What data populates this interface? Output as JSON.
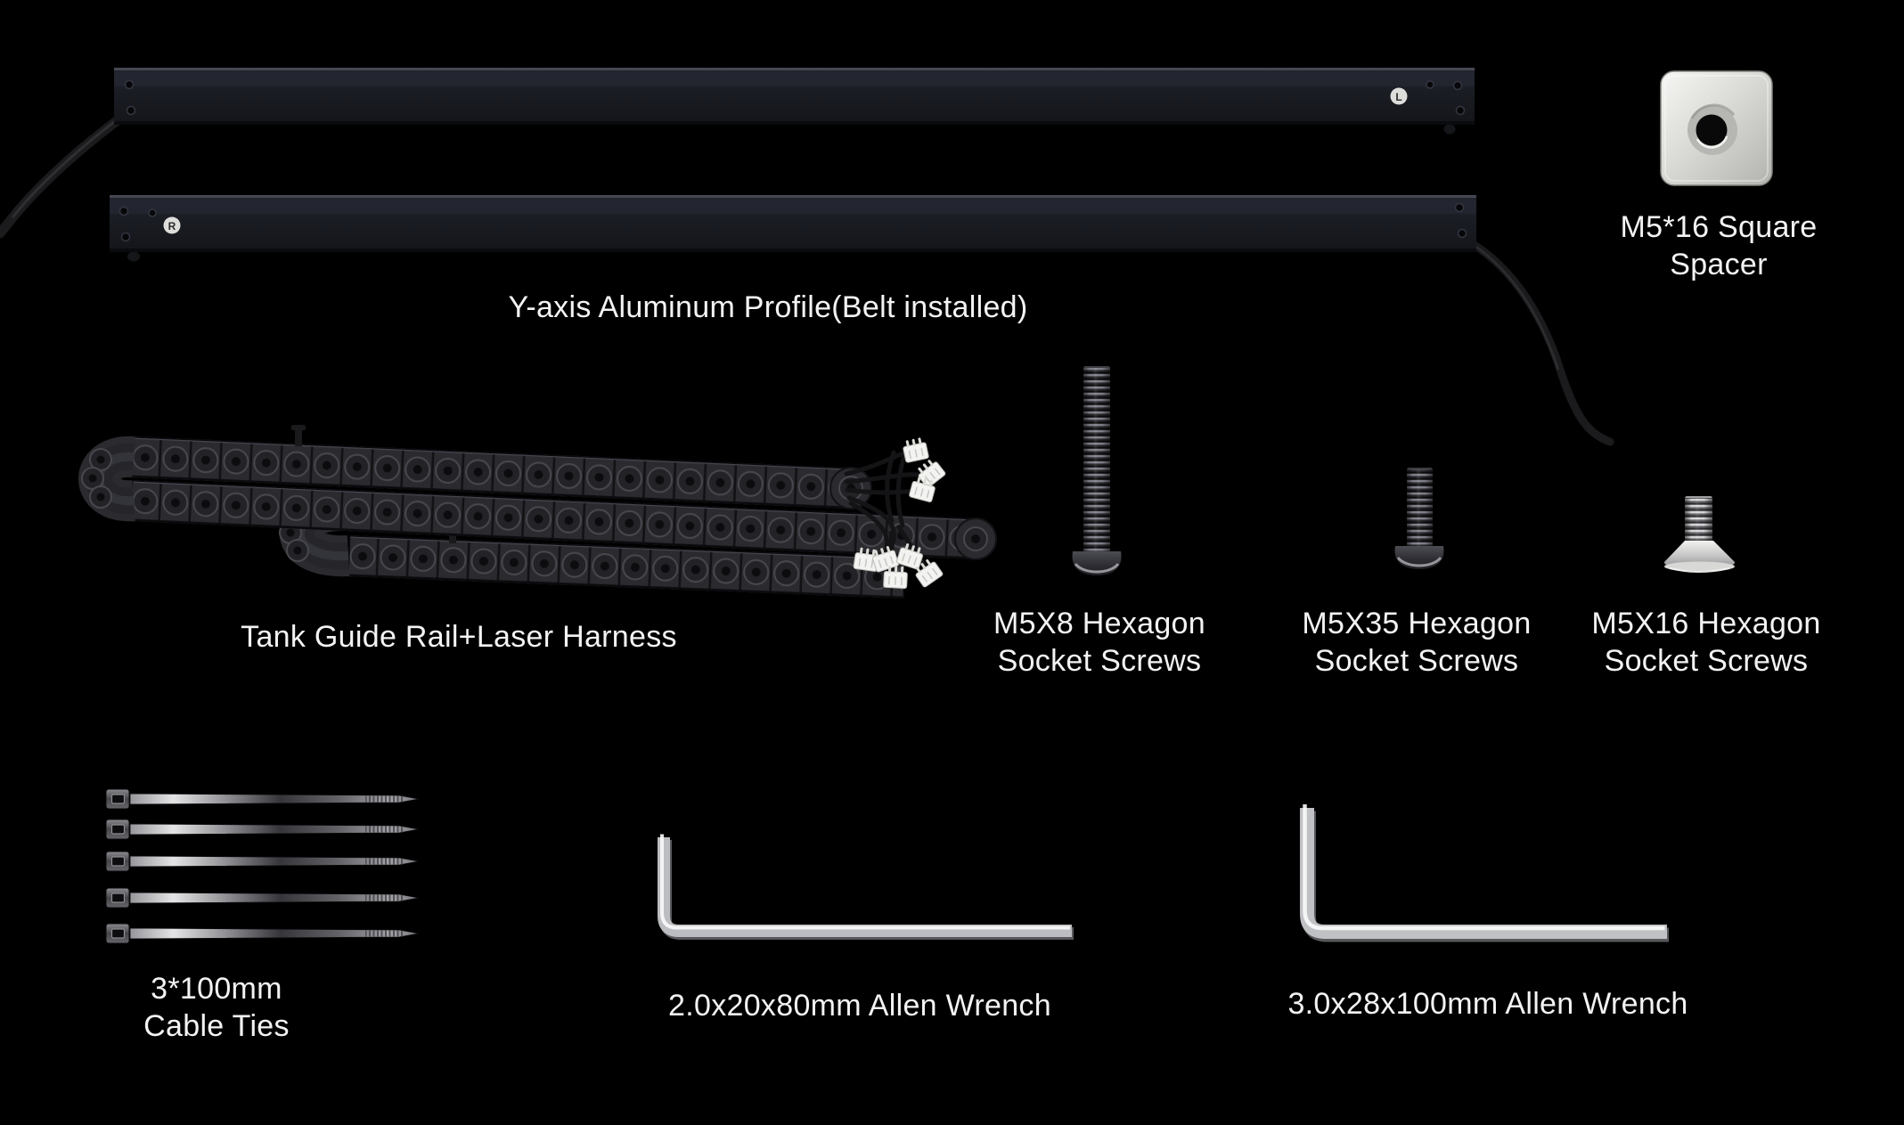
{
  "colors": {
    "background": "#000000",
    "label_text": "#f3f3f3",
    "metal_bright": "#e6e6e4",
    "metal_dark": "#2b2b2f"
  },
  "parts": {
    "profile_top": {
      "sticker": "L"
    },
    "profile_bottom": {
      "sticker": "R"
    },
    "y_axis_profile": {
      "label": "Y-axis Aluminum Profile(Belt installed)"
    },
    "square_spacer": {
      "line1": "M5*16 Square",
      "line2": "Spacer"
    },
    "tank_chain": {
      "label": "Tank Guide Rail+Laser Harness"
    },
    "screw_m5x8": {
      "line1": "M5X8 Hexagon",
      "line2": "Socket Screws"
    },
    "screw_m5x35": {
      "line1": "M5X35 Hexagon",
      "line2": "Socket Screws"
    },
    "screw_m5x16": {
      "line1": "M5X16 Hexagon",
      "line2": "Socket Screws"
    },
    "cable_ties": {
      "line1": "3*100mm",
      "line2": "Cable Ties"
    },
    "allen_wrench_small": {
      "label": "2.0x20x80mm Allen Wrench"
    },
    "allen_wrench_large": {
      "label": "3.0x28x100mm Allen Wrench"
    }
  }
}
